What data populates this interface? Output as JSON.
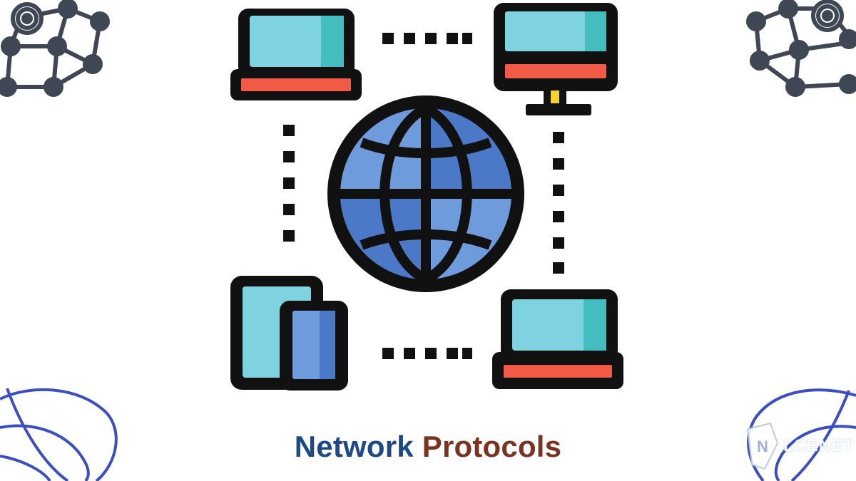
{
  "caption": {
    "word1": "Network",
    "word2": "Protocols"
  },
  "watermark": {
    "text": "LCENET"
  },
  "icons": {
    "globe": "globe-icon",
    "laptop": "laptop-icon",
    "monitor": "desktop-monitor-icon",
    "tablet_phone": "tablet-and-phone-icon",
    "network_graph": "network-graph-icon"
  },
  "colors": {
    "outline": "#111111",
    "screen": "#7fd3e0",
    "screen_shade": "#43bdbf",
    "keyboard": "#f15a44",
    "globe_light": "#6e9bdc",
    "globe_dark": "#4c78c8",
    "stand_accent": "#f6d32d",
    "corner_top": "#3f4654",
    "corner_bottom": "#3b4fc0",
    "caption_word1": "#1d4a84",
    "caption_word2": "#7b3220"
  }
}
